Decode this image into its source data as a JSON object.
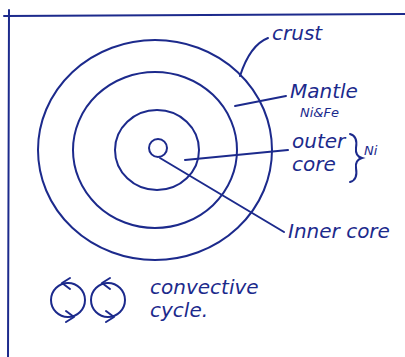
{
  "diagram": {
    "labels": [
      "crust",
      "Mantle",
      "Ni&Fe",
      "outer core",
      "Ni",
      "Inner core",
      "convective cycle."
    ]
  }
}
